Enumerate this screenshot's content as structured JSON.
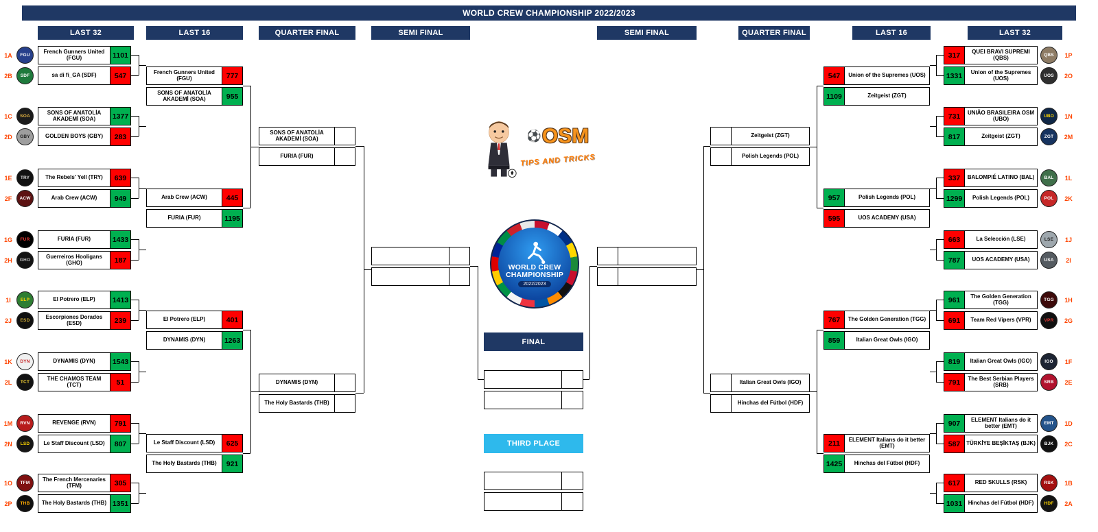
{
  "title": "WORLD CREW CHAMPIONSHIP 2022/2023",
  "round_headers": {
    "left": [
      "LAST 32",
      "LAST 16",
      "QUARTER FINAL",
      "SEMI FINAL"
    ],
    "right": [
      "SEMI FINAL",
      "QUARTER FINAL",
      "LAST 16",
      "LAST 32"
    ]
  },
  "colors": {
    "header_navy": "#1F3864",
    "win_green": "#00B050",
    "loss_red": "#FF0000",
    "third_place_cyan": "#2EB9EC",
    "seed_orange": "#FF4500",
    "osm_orange": "#F7941D"
  },
  "center": {
    "osm": {
      "name": "OSM",
      "tagline": "TIPS AND TRICKS"
    },
    "wcc_logo": {
      "line1": "WORLD CREW",
      "line2": "CHAMPIONSHIP",
      "season": "2022/2023"
    },
    "final_label": "FINAL",
    "third_place_label": "THIRD PLACE"
  },
  "left_last32": [
    {
      "teams": [
        {
          "seed": "1A",
          "name": "French Gunners United (FGU)",
          "score": "1101",
          "result": "win",
          "logo": {
            "text": "FGU",
            "bg": "#27408b",
            "fg": "#ffffff"
          }
        },
        {
          "seed": "2B",
          "name": "sa di fi_GA (SDF)",
          "score": "547",
          "result": "loss",
          "logo": {
            "text": "SDF",
            "bg": "#1e7a3c",
            "fg": "#ffffff"
          }
        }
      ]
    },
    {
      "teams": [
        {
          "seed": "1C",
          "name": "SONS OF ANATOLİA AKADEMİ (SOA)",
          "score": "1377",
          "result": "win",
          "logo": {
            "text": "SOA",
            "bg": "#1b1b1b",
            "fg": "#e3b341"
          }
        },
        {
          "seed": "2D",
          "name": "GOLDEN BOYS (GBY)",
          "score": "283",
          "result": "loss",
          "logo": {
            "text": "GBY",
            "bg": "#9e9e9e",
            "fg": "#222222"
          }
        }
      ]
    },
    {
      "teams": [
        {
          "seed": "1E",
          "name": "The Rebels' Yell (TRY)",
          "score": "639",
          "result": "loss",
          "logo": {
            "text": "TRY",
            "bg": "#111111",
            "fg": "#dddddd"
          }
        },
        {
          "seed": "2F",
          "name": "Arab Crew (ACW)",
          "score": "949",
          "result": "win",
          "logo": {
            "text": "ACW",
            "bg": "#5c1212",
            "fg": "#ffffff"
          }
        }
      ]
    },
    {
      "teams": [
        {
          "seed": "1G",
          "name": "FURIA (FUR)",
          "score": "1433",
          "result": "win",
          "logo": {
            "text": "FUR",
            "bg": "#000000",
            "fg": "#e53935"
          }
        },
        {
          "seed": "2H",
          "name": "Guerreiros Hooligans (GHO)",
          "score": "187",
          "result": "loss",
          "logo": {
            "text": "GHO",
            "bg": "#141414",
            "fg": "#bbbbbb"
          }
        }
      ]
    },
    {
      "teams": [
        {
          "seed": "1I",
          "name": "El Potrero (ELP)",
          "score": "1413",
          "result": "win",
          "logo": {
            "text": "ELP",
            "bg": "#2e7d32",
            "fg": "#ffd600"
          }
        },
        {
          "seed": "2J",
          "name": "Escorpiones Dorados (ESD)",
          "score": "239",
          "result": "loss",
          "logo": {
            "text": "ESD",
            "bg": "#101010",
            "fg": "#d4af37"
          }
        }
      ]
    },
    {
      "teams": [
        {
          "seed": "1K",
          "name": "DYNAMIS (DYN)",
          "score": "1543",
          "result": "win",
          "logo": {
            "text": "DYN",
            "bg": "#f0f0f0",
            "fg": "#c62828"
          }
        },
        {
          "seed": "2L",
          "name": "THE CHAMOS TEAM (TCT)",
          "score": "51",
          "result": "loss",
          "logo": {
            "text": "TCT",
            "bg": "#121212",
            "fg": "#fdd835"
          }
        }
      ]
    },
    {
      "teams": [
        {
          "seed": "1M",
          "name": "REVENGE (RVN)",
          "score": "791",
          "result": "loss",
          "logo": {
            "text": "RVN",
            "bg": "#b71c1c",
            "fg": "#ffffff"
          }
        },
        {
          "seed": "2N",
          "name": "Le Staff Discount (LSD)",
          "score": "807",
          "result": "win",
          "logo": {
            "text": "LSD",
            "bg": "#151515",
            "fg": "#ffd600"
          }
        }
      ]
    },
    {
      "teams": [
        {
          "seed": "1O",
          "name": "The French Mercenaries (TFM)",
          "score": "305",
          "result": "loss",
          "logo": {
            "text": "TFM",
            "bg": "#7f1010",
            "fg": "#ffffff"
          }
        },
        {
          "seed": "2P",
          "name": "The Holy Bastards (THB)",
          "score": "1351",
          "result": "win",
          "logo": {
            "text": "THB",
            "bg": "#0f0f0f",
            "fg": "#ffab00"
          }
        }
      ]
    }
  ],
  "left_last16": [
    {
      "teams": [
        {
          "name": "French Gunners United (FGU)",
          "score": "777",
          "result": "loss"
        },
        {
          "name": "SONS OF ANATOLİA AKADEMİ (SOA)",
          "score": "955",
          "result": "win"
        }
      ]
    },
    {
      "teams": [
        {
          "name": "Arab Crew (ACW)",
          "score": "445",
          "result": "loss"
        },
        {
          "name": "FURIA (FUR)",
          "score": "1195",
          "result": "win"
        }
      ]
    },
    {
      "teams": [
        {
          "name": "El Potrero (ELP)",
          "score": "401",
          "result": "loss"
        },
        {
          "name": "DYNAMIS (DYN)",
          "score": "1263",
          "result": "win"
        }
      ]
    },
    {
      "teams": [
        {
          "name": "Le Staff Discount (LSD)",
          "score": "625",
          "result": "loss"
        },
        {
          "name": "The Holy Bastards (THB)",
          "score": "921",
          "result": "win"
        }
      ]
    }
  ],
  "left_quarterfinal": [
    {
      "teams": [
        {
          "name": "SONS OF ANATOLİA AKADEMİ (SOA)",
          "score": "",
          "result": ""
        },
        {
          "name": "FURIA (FUR)",
          "score": "",
          "result": ""
        }
      ]
    },
    {
      "teams": [
        {
          "name": "DYNAMIS (DYN)",
          "score": "",
          "result": ""
        },
        {
          "name": "The Holy Bastards (THB)",
          "score": "",
          "result": ""
        }
      ]
    }
  ],
  "left_semifinal": [
    {
      "teams": [
        {
          "name": "",
          "score": "",
          "result": ""
        },
        {
          "name": "",
          "score": "",
          "result": ""
        }
      ]
    }
  ],
  "final": {
    "teams": [
      {
        "name": "",
        "score": "",
        "result": ""
      },
      {
        "name": "",
        "score": "",
        "result": ""
      }
    ]
  },
  "third_place": {
    "teams": [
      {
        "name": "",
        "score": "",
        "result": ""
      },
      {
        "name": "",
        "score": "",
        "result": ""
      }
    ]
  },
  "right_semifinal": [
    {
      "teams": [
        {
          "name": "",
          "score": "",
          "result": ""
        },
        {
          "name": "",
          "score": "",
          "result": ""
        }
      ]
    }
  ],
  "right_quarterfinal": [
    {
      "teams": [
        {
          "name": "Zeitgeist (ZGT)",
          "score": "",
          "result": ""
        },
        {
          "name": "Polish Legends (POL)",
          "score": "",
          "result": ""
        }
      ]
    },
    {
      "teams": [
        {
          "name": "Italian Great Owls (IGO)",
          "score": "",
          "result": ""
        },
        {
          "name": "Hinchas del Fútbol (HDF)",
          "score": "",
          "result": ""
        }
      ]
    }
  ],
  "right_last16": [
    {
      "teams": [
        {
          "name": "Union of the Supremes (UOS)",
          "score": "547",
          "result": "loss"
        },
        {
          "name": "Zeitgeist (ZGT)",
          "score": "1109",
          "result": "win"
        }
      ]
    },
    {
      "teams": [
        {
          "name": "Polish Legends (POL)",
          "score": "957",
          "result": "win"
        },
        {
          "name": "UOS ACADEMY (USA)",
          "score": "595",
          "result": "loss"
        }
      ]
    },
    {
      "teams": [
        {
          "name": "The Golden Generation (TGG)",
          "score": "767",
          "result": "loss"
        },
        {
          "name": "Italian Great Owls (IGO)",
          "score": "859",
          "result": "win"
        }
      ]
    },
    {
      "teams": [
        {
          "name": "ELEMENT Italians do it better (EMT)",
          "score": "211",
          "result": "loss"
        },
        {
          "name": "Hinchas del Fútbol (HDF)",
          "score": "1425",
          "result": "win"
        }
      ]
    }
  ],
  "right_last32": [
    {
      "teams": [
        {
          "seed": "1P",
          "name": "QUEI BRAVI SUPREMI (QBS)",
          "score": "317",
          "result": "loss",
          "logo": {
            "text": "QBS",
            "bg": "#8d7b64",
            "fg": "#ffffff"
          }
        },
        {
          "seed": "2O",
          "name": "Union of the Supremes (UOS)",
          "score": "1331",
          "result": "win",
          "logo": {
            "text": "UOS",
            "bg": "#2f2f2f",
            "fg": "#ffffff"
          }
        }
      ]
    },
    {
      "teams": [
        {
          "seed": "1N",
          "name": "UNIÃO BRASILEIRA OSM (UBO)",
          "score": "731",
          "result": "loss",
          "logo": {
            "text": "UBO",
            "bg": "#0f2746",
            "fg": "#ffd600"
          }
        },
        {
          "seed": "2M",
          "name": "Zeitgeist (ZGT)",
          "score": "817",
          "result": "win",
          "logo": {
            "text": "ZGT",
            "bg": "#16335f",
            "fg": "#ffffff"
          }
        }
      ]
    },
    {
      "teams": [
        {
          "seed": "1L",
          "name": "BALOMPIÉ LATINO (BAL)",
          "score": "337",
          "result": "loss",
          "logo": {
            "text": "BAL",
            "bg": "#3f6f4a",
            "fg": "#ffffff"
          }
        },
        {
          "seed": "2K",
          "name": "Polish Legends (POL)",
          "score": "1299",
          "result": "win",
          "logo": {
            "text": "POL",
            "bg": "#c62828",
            "fg": "#ffffff"
          }
        }
      ]
    },
    {
      "teams": [
        {
          "seed": "1J",
          "name": "La Selección (LSE)",
          "score": "663",
          "result": "loss",
          "logo": {
            "text": "LSE",
            "bg": "#9ea7ad",
            "fg": "#222222"
          }
        },
        {
          "seed": "2I",
          "name": "UOS ACADEMY (USA)",
          "score": "787",
          "result": "win",
          "logo": {
            "text": "USA",
            "bg": "#555b61",
            "fg": "#ffffff"
          }
        }
      ]
    },
    {
      "teams": [
        {
          "seed": "1H",
          "name": "The Golden Generation (TGG)",
          "score": "961",
          "result": "win",
          "logo": {
            "text": "TGG",
            "bg": "#3d0a0a",
            "fg": "#ffffff"
          }
        },
        {
          "seed": "2G",
          "name": "Team Red Vipers (VPR)",
          "score": "691",
          "result": "loss",
          "logo": {
            "text": "VPR",
            "bg": "#101010",
            "fg": "#e53935"
          }
        }
      ]
    },
    {
      "teams": [
        {
          "seed": "1F",
          "name": "Italian Great Owls (IGO)",
          "score": "819",
          "result": "win",
          "logo": {
            "text": "IGO",
            "bg": "#1d2433",
            "fg": "#ffffff"
          }
        },
        {
          "seed": "2E",
          "name": "The Best Serbian Players (SRB)",
          "score": "791",
          "result": "loss",
          "logo": {
            "text": "SRB",
            "bg": "#b1122e",
            "fg": "#ffffff"
          }
        }
      ]
    },
    {
      "teams": [
        {
          "seed": "1D",
          "name": "ELEMENT Italians do it better (EMT)",
          "score": "907",
          "result": "win",
          "logo": {
            "text": "EMT",
            "bg": "#23538a",
            "fg": "#ffffff"
          }
        },
        {
          "seed": "2C",
          "name": "TÜRKİYE BEŞİKTAŞ (BJK)",
          "score": "587",
          "result": "loss",
          "logo": {
            "text": "BJK",
            "bg": "#111111",
            "fg": "#ffffff"
          }
        }
      ]
    },
    {
      "teams": [
        {
          "seed": "1B",
          "name": "RED SKULLS (RSK)",
          "score": "617",
          "result": "loss",
          "logo": {
            "text": "RSK",
            "bg": "#a31010",
            "fg": "#ffffff"
          }
        },
        {
          "seed": "2A",
          "name": "Hinchas del Fútbol (HDF)",
          "score": "1031",
          "result": "win",
          "logo": {
            "text": "HDF",
            "bg": "#141414",
            "fg": "#ffd600"
          }
        }
      ]
    }
  ]
}
